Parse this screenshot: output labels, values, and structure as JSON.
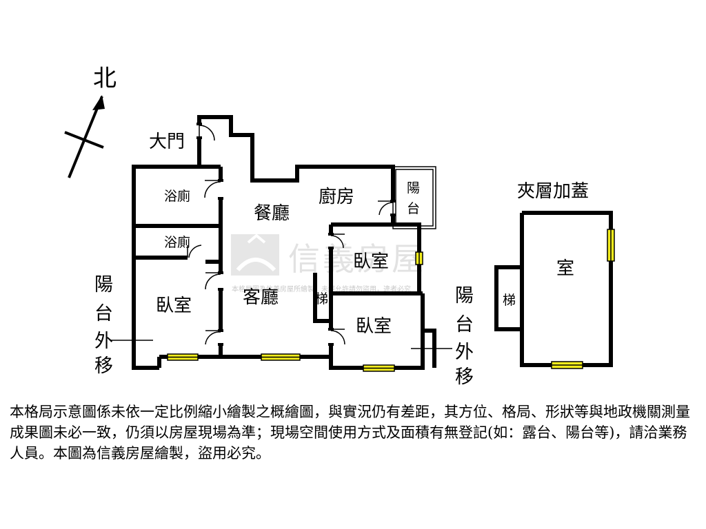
{
  "compass": {
    "north": "北"
  },
  "labels": {
    "entrance": "大門",
    "bath1": "浴廁",
    "bath2": "浴廁",
    "dining": "餐廳",
    "kitchen": "廚房",
    "balcony_small": "陽台",
    "bedroom_top": "臥室",
    "living": "客廳",
    "stairs_main": "梯",
    "bedroom_left": "臥室",
    "bedroom_bottom": "臥室",
    "balcony_left": "陽台外移",
    "balcony_right": "陽台外移",
    "mezzanine_title": "夾層加蓋",
    "mezzanine_room": "室",
    "mezzanine_stairs": "梯"
  },
  "watermark": {
    "brand": "信義房屋",
    "notice": "本格局圖為信義房屋所繪製，未經允許請勿盜用，違者必究"
  },
  "colors": {
    "wall": "#000000",
    "window_fill": "#f2ec1c",
    "watermark": "#e2e2e2"
  },
  "disclaimer": "本格局示意圖係未依一定比例縮小繪製之概繪圖，與實況仍有差距，其方位、格局、形狀等與地政機關測量成果圖未必一致，仍須以房屋現場為準；現場空間使用方式及面積有無登記(如：露台、陽台等)，請洽業務人員。本圖為信義房屋繪製，盜用必究。"
}
